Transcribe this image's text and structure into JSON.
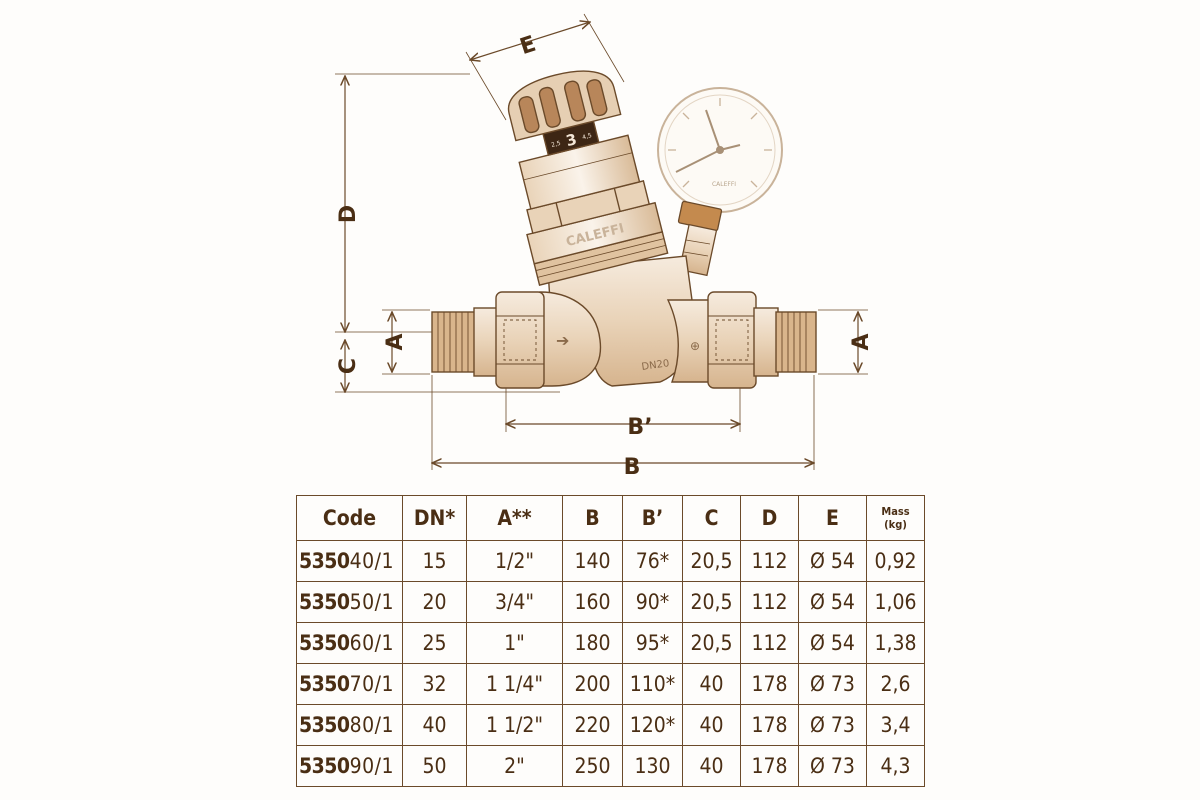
{
  "diagram": {
    "dimension_labels": {
      "A_left": "A",
      "A_right": "A",
      "B": "B",
      "B_prime": "B’",
      "C": "C",
      "D": "D",
      "E": "E"
    },
    "knob_setting": "3",
    "knob_scale_min": "2,5",
    "knob_scale_max": "4,5",
    "brand": "CALEFFI",
    "body_marking": "DN20",
    "gauge_brand": "CALEFFI"
  },
  "table": {
    "headers": [
      "Code",
      "DN*",
      "A**",
      "B",
      "B’",
      "C",
      "D",
      "E"
    ],
    "mass_header_line1": "Mass",
    "mass_header_line2": "(kg)",
    "rows": [
      {
        "code_prefix": "5350",
        "code_suffix": "40/1",
        "dn": "15",
        "a": "1/2\"",
        "b": "140",
        "b_prime": "76*",
        "c": "20,5",
        "d": "112",
        "e": "Ø 54",
        "mass": "0,92"
      },
      {
        "code_prefix": "5350",
        "code_suffix": "50/1",
        "dn": "20",
        "a": "3/4\"",
        "b": "160",
        "b_prime": "90*",
        "c": "20,5",
        "d": "112",
        "e": "Ø 54",
        "mass": "1,06"
      },
      {
        "code_prefix": "5350",
        "code_suffix": "60/1",
        "dn": "25",
        "a": "1\"",
        "b": "180",
        "b_prime": "95*",
        "c": "20,5",
        "d": "112",
        "e": "Ø 54",
        "mass": "1,38"
      },
      {
        "code_prefix": "5350",
        "code_suffix": "70/1",
        "dn": "32",
        "a": "1 1/4\"",
        "b": "200",
        "b_prime": "110*",
        "c": "40",
        "d": "178",
        "e": "Ø 73",
        "mass": "2,6"
      },
      {
        "code_prefix": "5350",
        "code_suffix": "80/1",
        "dn": "40",
        "a": "1 1/2\"",
        "b": "220",
        "b_prime": "120*",
        "c": "40",
        "d": "178",
        "e": "Ø 73",
        "mass": "3,4"
      },
      {
        "code_prefix": "5350",
        "code_suffix": "90/1",
        "dn": "50",
        "a": "2\"",
        "b": "250",
        "b_prime": "130",
        "c": "40",
        "d": "178",
        "e": "Ø 73",
        "mass": "4,3"
      }
    ]
  },
  "colors": {
    "line": "#6b4a2a",
    "fill_light": "#f3e6d6",
    "fill_mid": "#e2c9a8",
    "fill_dark": "#b8865a",
    "text": "#4a2e14"
  }
}
